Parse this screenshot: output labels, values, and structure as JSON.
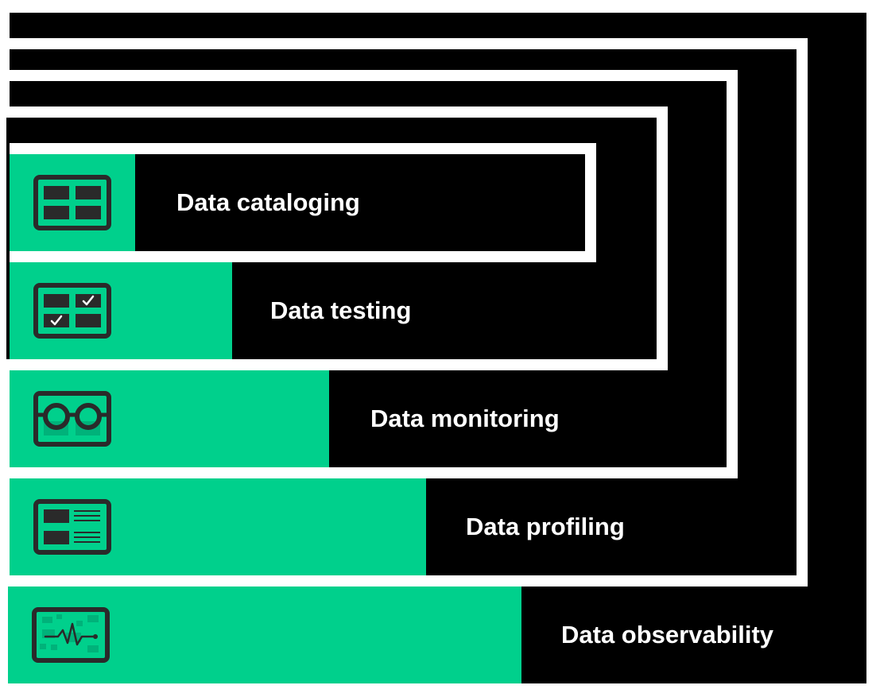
{
  "colors": {
    "accent": "#00d08c",
    "background": "#000000",
    "frame_border": "#ffffff",
    "icon_stroke": "#2a2a2a"
  },
  "layers": [
    {
      "label": "Data cataloging",
      "icon": "grid-icon"
    },
    {
      "label": "Data testing",
      "icon": "checklist-icon"
    },
    {
      "label": "Data monitoring",
      "icon": "glasses-icon"
    },
    {
      "label": "Data profiling",
      "icon": "profile-card-icon"
    },
    {
      "label": "Data observability",
      "icon": "pulse-dashboard-icon"
    }
  ]
}
